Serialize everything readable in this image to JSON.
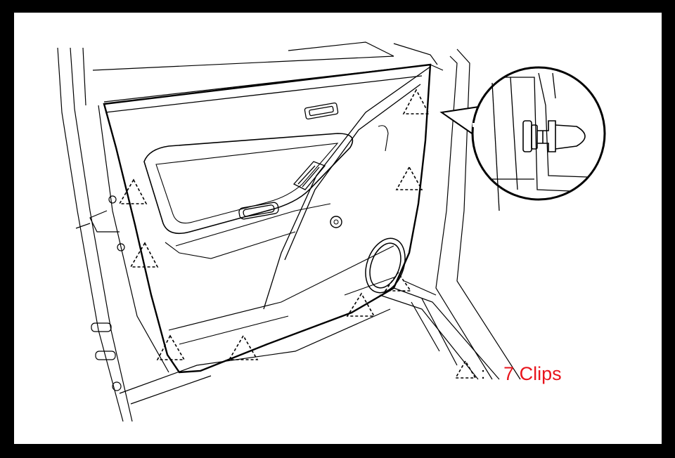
{
  "legend": {
    "symbol_name": "clip-location-triangle-icon",
    "colon": ":",
    "text": "7 Clips",
    "text_color": "#e8141c"
  },
  "diagram": {
    "icons": [
      "door-trim-panel",
      "door-frame",
      "clip-detail-callout",
      "clip-fastener-icon",
      "speaker-grille-icon",
      "inside-handle-icon",
      "window-switch-icon",
      "armrest-pull-icon"
    ]
  }
}
